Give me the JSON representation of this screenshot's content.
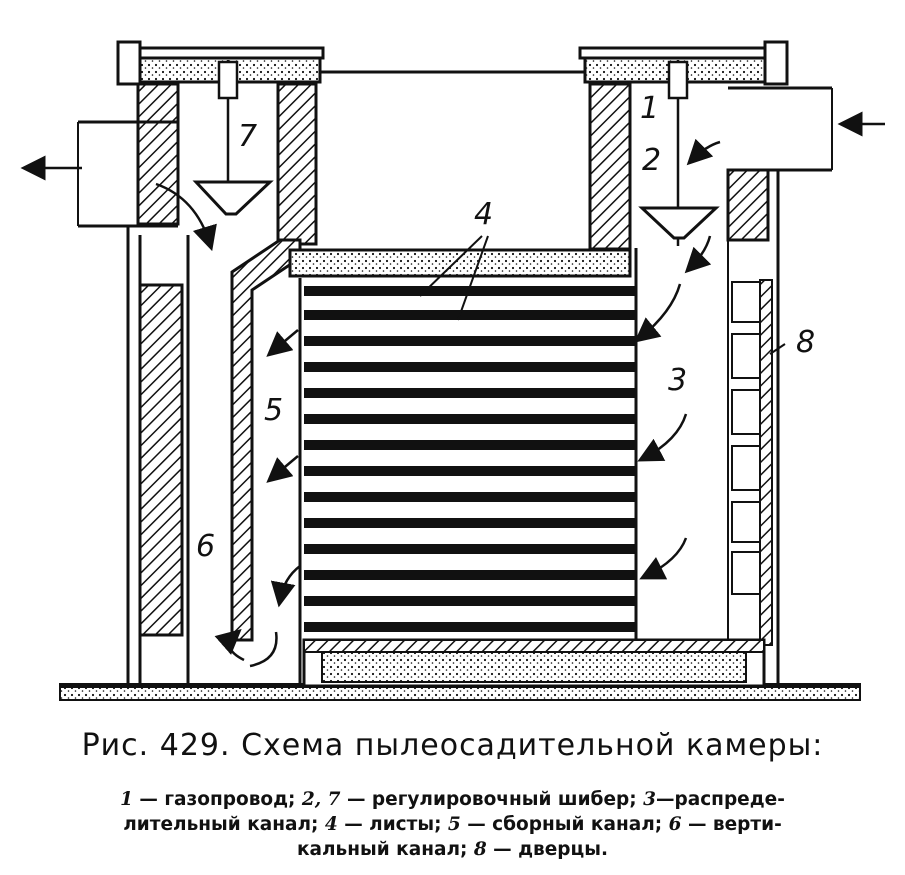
{
  "figure": {
    "callouts": [
      "1",
      "2",
      "3",
      "4",
      "5",
      "6",
      "7",
      "8"
    ]
  },
  "caption": {
    "title": "Рис. 429. Схема пылеосадительной камеры:",
    "legend_items": [
      {
        "num": "1",
        "text": " — газопровод; "
      },
      {
        "num": "2, 7",
        "text": " — регулировочный шибер; "
      },
      {
        "num": "3",
        "text": "—распреде-"
      },
      {
        "num": "",
        "text": "лительный канал; "
      },
      {
        "num": "4",
        "text": " — листы; "
      },
      {
        "num": "5",
        "text": " — сборный канал; "
      },
      {
        "num": "6",
        "text": " — верти-"
      },
      {
        "num": "",
        "text": "кальный канал; "
      },
      {
        "num": "8",
        "text": " — дверцы."
      }
    ]
  }
}
